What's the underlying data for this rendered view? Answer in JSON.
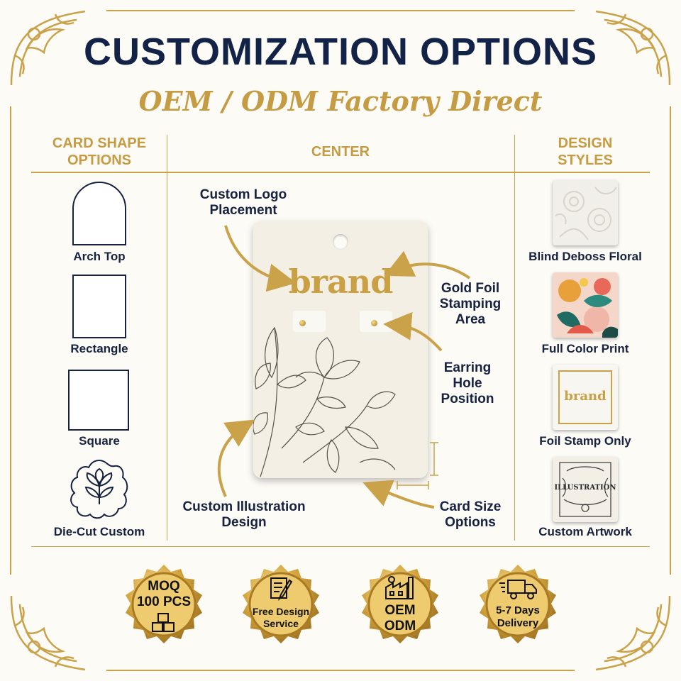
{
  "header": {
    "title": "CUSTOMIZATION OPTIONS",
    "subtitle": "OEM / ODM Factory Direct"
  },
  "columns": {
    "left": "CARD SHAPE OPTIONS",
    "center": "CENTER",
    "right": "DESIGN STYLES"
  },
  "shapes": [
    {
      "label": "Arch Top",
      "icon": "arch-shape-icon"
    },
    {
      "label": "Rectangle",
      "icon": "rectangle-shape-icon"
    },
    {
      "label": "Square",
      "icon": "square-shape-icon"
    },
    {
      "label": "Die-Cut Custom",
      "icon": "floral-die-cut-icon"
    }
  ],
  "card": {
    "brand_text": "brand"
  },
  "annotations": {
    "logo": "Custom Logo Placement",
    "foil": "Gold Foil Stamping Area",
    "earring": "Earring Hole Position",
    "illustration": "Custom Illustration Design",
    "size": "Card Size Options"
  },
  "styles": [
    {
      "label": "Blind Deboss Floral"
    },
    {
      "label": "Full Color Print"
    },
    {
      "label": "Foil Stamp Only",
      "thumb_text": "brand"
    },
    {
      "label": "Custom Artwork",
      "thumb_text": "ILLUSTRATION"
    }
  ],
  "badges": [
    {
      "line1": "MOQ",
      "line2": "100 PCS",
      "icon": "boxes-icon"
    },
    {
      "line1": "Free Design",
      "line2": "Service",
      "icon": "design-document-icon"
    },
    {
      "line1": "OEM",
      "line2": "ODM",
      "icon": "factory-icon"
    },
    {
      "line1": "5-7 Days",
      "line2": "Delivery",
      "icon": "delivery-truck-icon"
    }
  ],
  "colors": {
    "navy": "#132347",
    "gold": "#c59b43",
    "background": "#fdfbf6"
  }
}
